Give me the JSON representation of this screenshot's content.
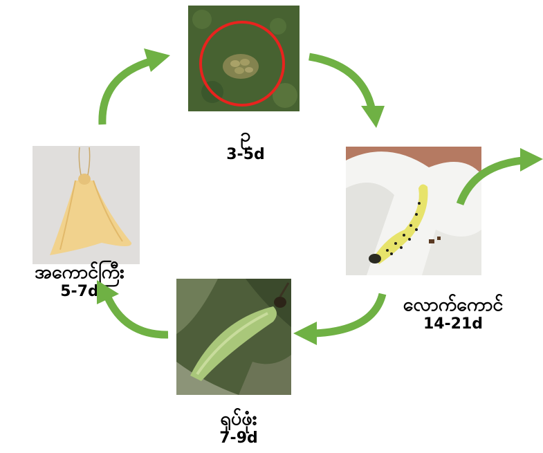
{
  "colors": {
    "arrow": "#6fb144",
    "egg_circle": "#e8231e"
  },
  "stages": {
    "egg": {
      "name": "ဥ",
      "duration": "3-5d",
      "image": "egg-cluster-photo"
    },
    "larva": {
      "name": "လောက်ကောင်",
      "duration": "14-21d",
      "image": "caterpillar-on-white-flower-photo"
    },
    "pupa": {
      "name": "ရုပ်ဖုံး",
      "duration": "7-9d",
      "image": "green-pupa-on-leaf-photo"
    },
    "adult": {
      "name": "အကောင်ကြီး",
      "duration": "5-7d",
      "image": "pale-yellow-moth-photo"
    }
  },
  "arrows": [
    "adult-to-egg-arrow",
    "egg-to-larva-arrow",
    "larva-exit-arrow",
    "larva-to-pupa-arrow",
    "pupa-to-adult-arrow"
  ]
}
